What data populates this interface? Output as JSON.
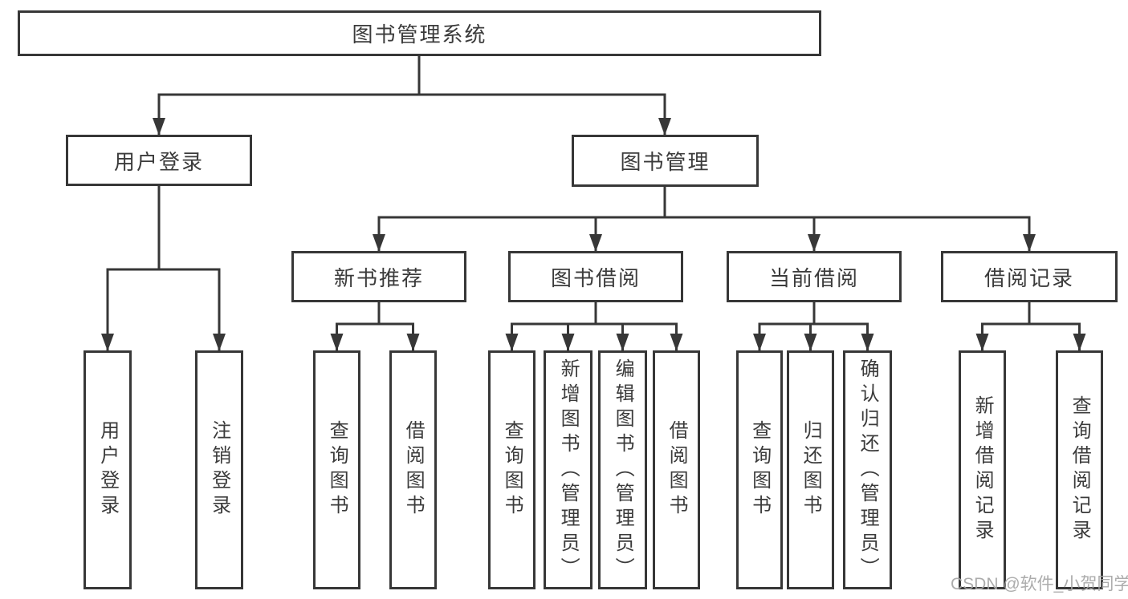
{
  "diagram_title": "图书管理系统",
  "tree": {
    "root": {
      "label": "图书管理系统"
    },
    "branches": [
      {
        "label": "用户登录",
        "children": [
          {
            "label": "用户登录"
          },
          {
            "label": "注销登录"
          }
        ]
      },
      {
        "label": "图书管理",
        "children": [
          {
            "label": "新书推荐",
            "children": [
              {
                "label": "查询图书"
              },
              {
                "label": "借阅图书"
              }
            ]
          },
          {
            "label": "图书借阅",
            "children": [
              {
                "label": "查询图书"
              },
              {
                "label": "新增图书（管理员）"
              },
              {
                "label": "编辑图书（管理员）"
              },
              {
                "label": "借阅图书"
              }
            ]
          },
          {
            "label": "当前借阅",
            "children": [
              {
                "label": "查询图书"
              },
              {
                "label": "归还图书"
              },
              {
                "label": "确认归还（管理员）"
              }
            ]
          },
          {
            "label": "借阅记录",
            "children": [
              {
                "label": "新增借阅记录"
              },
              {
                "label": "查询借阅记录"
              }
            ]
          }
        ]
      }
    ]
  },
  "watermark": {
    "text": "CSDN @软件_小贺同学",
    "color": "#a5a5a5"
  },
  "colors": {
    "line": "#373737",
    "text": "#3b3b3b",
    "box_background": "#ffffff",
    "page_background": "#ffffff"
  }
}
